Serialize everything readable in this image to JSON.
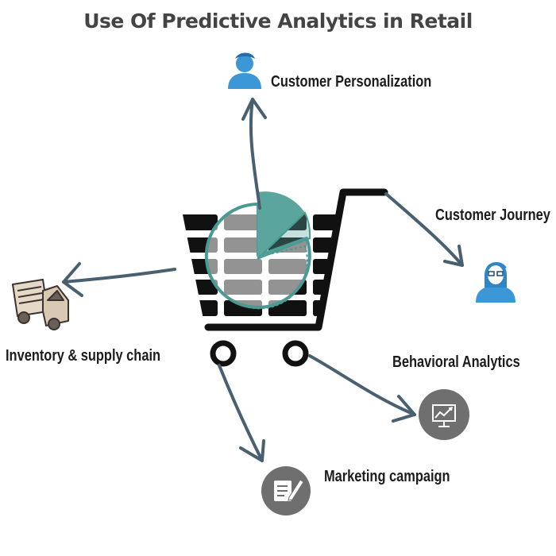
{
  "title": "Use Of Predictive Analytics  in Retail",
  "center": {
    "icon": "shopping-cart-icon",
    "overlay_icon": "pie-chart-icon"
  },
  "nodes": [
    {
      "label": "Customer Personalization",
      "icon": "person-icon"
    },
    {
      "label": "Customer Journey",
      "icon": "woman-with-glasses-icon"
    },
    {
      "label": "Inventory & supply chain",
      "icon": "delivery-truck-icon"
    },
    {
      "label": "Behavioral Analytics",
      "icon": "presentation-chart-icon"
    },
    {
      "label": "Marketing campaign",
      "icon": "document-pen-icon"
    }
  ],
  "colors": {
    "arrow": "#48606f",
    "user_icon": "#3b97d6",
    "circle_icon": "#6f6f6f",
    "pie_fill": "#5aa69e",
    "pie_outline": "#4a9a93",
    "cart": "#111111",
    "title": "#444444"
  }
}
